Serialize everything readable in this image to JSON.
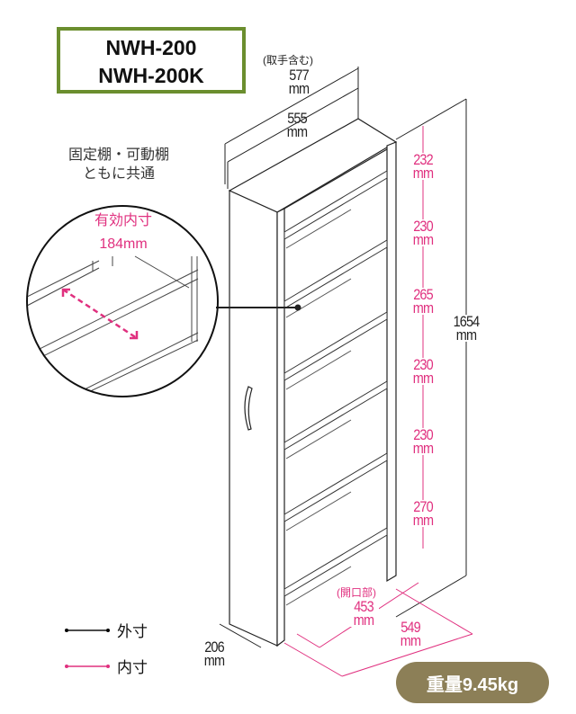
{
  "models": [
    "NWH-200",
    "NWH-200K"
  ],
  "note": [
    "固定棚・可動棚",
    "ともに共通"
  ],
  "detail": {
    "label": "有効内寸",
    "value": "184mm"
  },
  "dimensions": {
    "handle_note": "(取手含む)",
    "width_with_handle": {
      "value": "577",
      "unit": "mm"
    },
    "width": {
      "value": "555",
      "unit": "mm"
    },
    "height": {
      "value": "1654",
      "unit": "mm"
    },
    "depth": {
      "value": "206",
      "unit": "mm"
    },
    "inner_width": {
      "value": "549",
      "unit": "mm"
    },
    "opening_note": "(開口部)",
    "opening": {
      "value": "453",
      "unit": "mm"
    },
    "shelf_gaps": [
      {
        "value": "232",
        "unit": "mm"
      },
      {
        "value": "230",
        "unit": "mm"
      },
      {
        "value": "265",
        "unit": "mm"
      },
      {
        "value": "230",
        "unit": "mm"
      },
      {
        "value": "230",
        "unit": "mm"
      },
      {
        "value": "270",
        "unit": "mm"
      }
    ]
  },
  "legend": [
    {
      "label": "外寸",
      "color": "#111111"
    },
    {
      "label": "内寸",
      "color": "#e0307f"
    }
  ],
  "weight": "重量9.45kg",
  "colors": {
    "frame": "#6b8e2e",
    "pink": "#e0307f",
    "badge": "#8c7f57"
  }
}
